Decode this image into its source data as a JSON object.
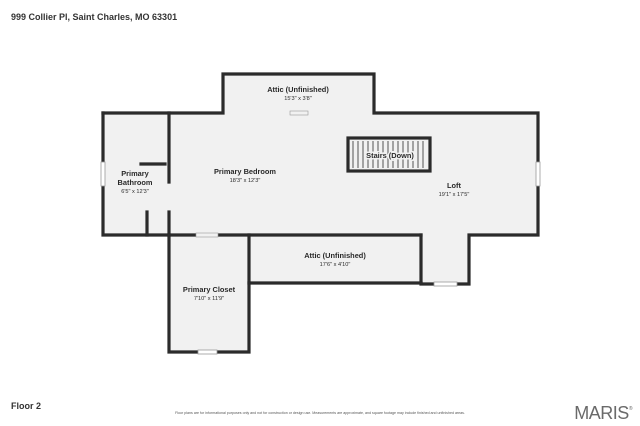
{
  "header": {
    "address": "999 Collier Pl, Saint Charles, MO 63301"
  },
  "floor": {
    "label": "Floor 2"
  },
  "footer": {
    "disclaimer": "Floor plans are for informational purposes only and not for construction or design use. Measurements are approximate, and square footage may include finished and unfinished areas.",
    "brand": "MARIS"
  },
  "rooms": {
    "attic_top": {
      "name": "Attic (Unfinished)",
      "dims": "15'3\" x 3'8\""
    },
    "primary_bathroom": {
      "name_line1": "Primary",
      "name_line2": "Bathroom",
      "dims": "6'5\" x 12'3\""
    },
    "primary_bedroom": {
      "name": "Primary Bedroom",
      "dims": "18'3\" x 12'3\""
    },
    "stairs": {
      "name": "Stairs (Down)"
    },
    "loft": {
      "name": "Loft",
      "dims": "19'1\" x 17'5\""
    },
    "attic_bottom": {
      "name": "Attic (Unfinished)",
      "dims": "17'6\" x 4'10\""
    },
    "primary_closet": {
      "name": "Primary Closet",
      "dims": "7'10\" x 11'9\""
    }
  },
  "colors": {
    "wall": "#2b2b2b",
    "floor_fill": "#f1f1f1",
    "window": "#9a9a9a"
  }
}
